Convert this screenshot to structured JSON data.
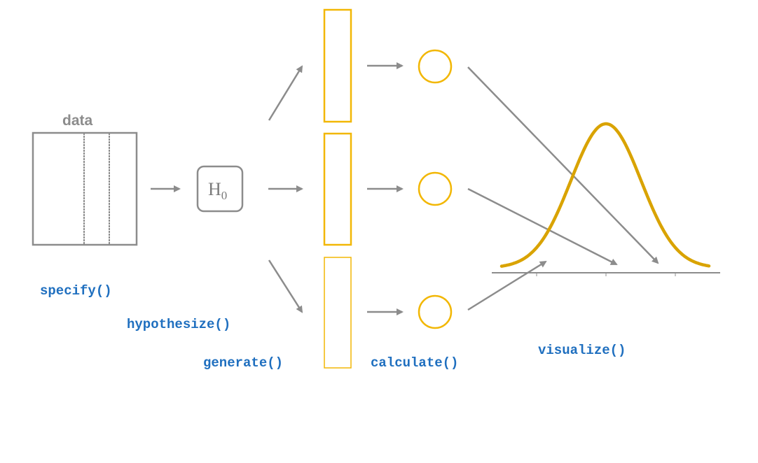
{
  "data_label": "data",
  "hypothesis": {
    "main": "H",
    "sub": "0"
  },
  "functions": {
    "specify": "specify()",
    "hypothesize": "hypothesize()",
    "generate": "generate()",
    "calculate": "calculate()",
    "visualize": "visualize()"
  },
  "colors": {
    "gray": "#8c8c8c",
    "yellow": "#f2b705",
    "curve": "#d9a300",
    "blue": "#1f6fbf"
  }
}
